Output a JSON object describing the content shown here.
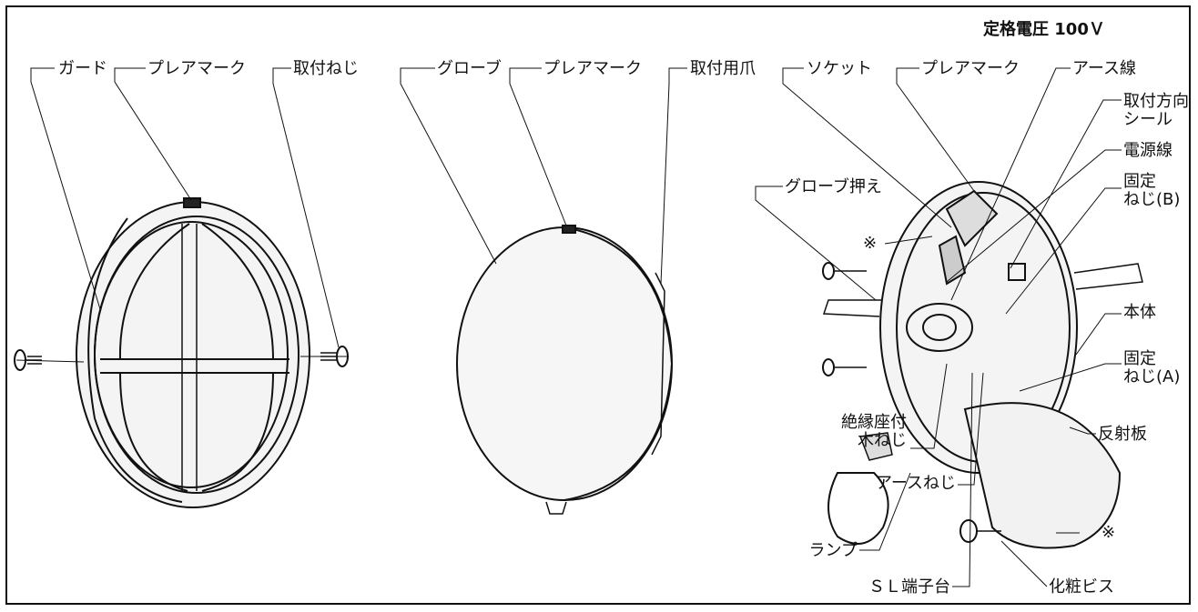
{
  "rating": "定格電圧 100Ｖ",
  "panels": {
    "guard": {
      "labels": {
        "guard": "ガード",
        "plea_mark": "プレアマーク",
        "mount_screw": "取付ねじ"
      }
    },
    "globe": {
      "labels": {
        "globe": "グローブ",
        "plea_mark": "プレアマーク",
        "mount_claw": "取付用爪"
      }
    },
    "body": {
      "labels": {
        "socket": "ソケット",
        "plea_mark": "プレアマーク",
        "earth_wire": "アース線",
        "direction_seal": "取付方向\nシール",
        "power_wire": "電源線",
        "fix_screw_b": "固定\nねじ(B)",
        "globe_holder": "グローブ押え",
        "asterisk_top": "※",
        "main_body": "本体",
        "fix_screw_a": "固定\nねじ(A)",
        "insulated_wood_screw": "絶縁座付\n木ねじ",
        "reflector": "反射板",
        "earth_screw": "アースねじ",
        "lamp": "ランプ",
        "asterisk_bottom": "※",
        "sl_terminal": "ＳＬ端子台",
        "cosmetic_screw": "化粧ビス"
      }
    }
  }
}
